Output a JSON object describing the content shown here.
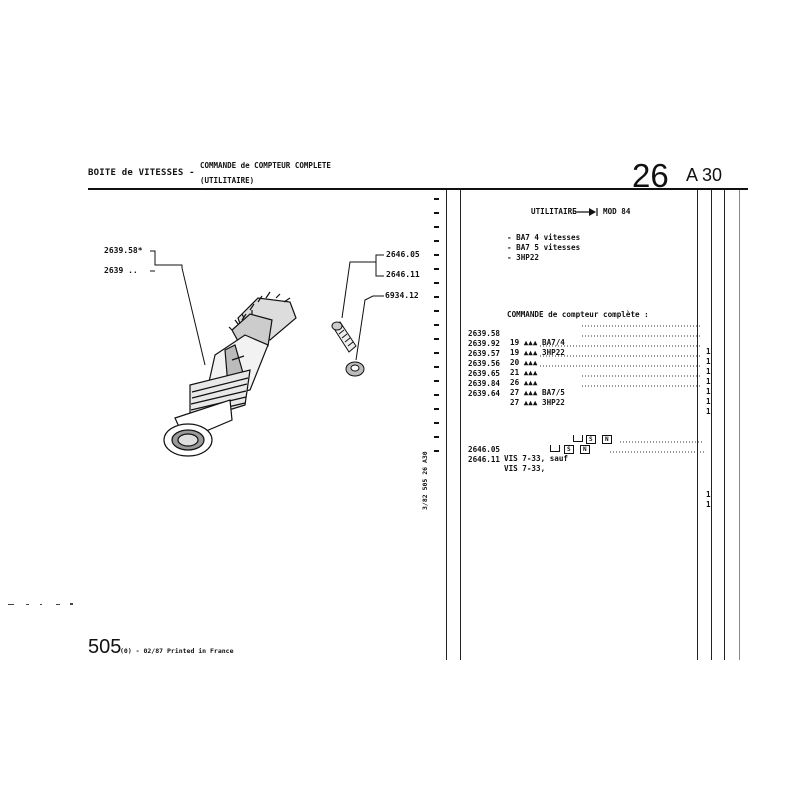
{
  "header": {
    "title": "BOITE de VITESSES -",
    "subtitle_line1": "COMMANDE de COMPTEUR COMPLETE",
    "subtitle_line2": "(UTILITAIRE)",
    "group_number": "26",
    "section_code": "A 30"
  },
  "diagram_labels": {
    "left_top": "2639.58*",
    "left_bottom": "2639 ..",
    "right_top": "2646.05",
    "right_mid": "2646.11",
    "right_bottom": "6934.12"
  },
  "model_info": {
    "utilitaire": "UTILITAIRE",
    "mod": "MOD 84",
    "options": [
      "- BA7 4 vitesses",
      "- BA7 5 vitesses",
      "- 3HP22"
    ]
  },
  "parts_section": {
    "heading": "COMMANDE de compteur complète :",
    "rows": [
      {
        "ref": "2639.58",
        "text": "19 ▲▲▲ BA7/4",
        "qty": "1"
      },
      {
        "ref": "2639.92",
        "text": "19 ▲▲▲ 3HP22",
        "qty": "1"
      },
      {
        "ref": "2639.57",
        "text": "20 ▲▲▲",
        "qty": "1"
      },
      {
        "ref": "2639.56",
        "text": "21 ▲▲▲",
        "qty": "1"
      },
      {
        "ref": "2639.65",
        "text": "26 ▲▲▲",
        "qty": "1"
      },
      {
        "ref": "2639.84",
        "text": "27 ▲▲▲ BA7/5",
        "qty": "1"
      },
      {
        "ref": "2639.64",
        "text": "27 ▲▲▲ 3HP22",
        "qty": "1"
      }
    ]
  },
  "screws": [
    {
      "ref": "2646.05",
      "text": "VIS 7-33, sauf",
      "box1": "S",
      "box2": "N",
      "qty": "1"
    },
    {
      "ref": "2646.11",
      "text": "VIS 7-33,",
      "box1": "S",
      "box2": "N",
      "qty": "1"
    }
  ],
  "side_text": "3/82 505 26 A30",
  "footer": {
    "model": "505",
    "printed": "(0) - 02/87 Printed in France"
  }
}
